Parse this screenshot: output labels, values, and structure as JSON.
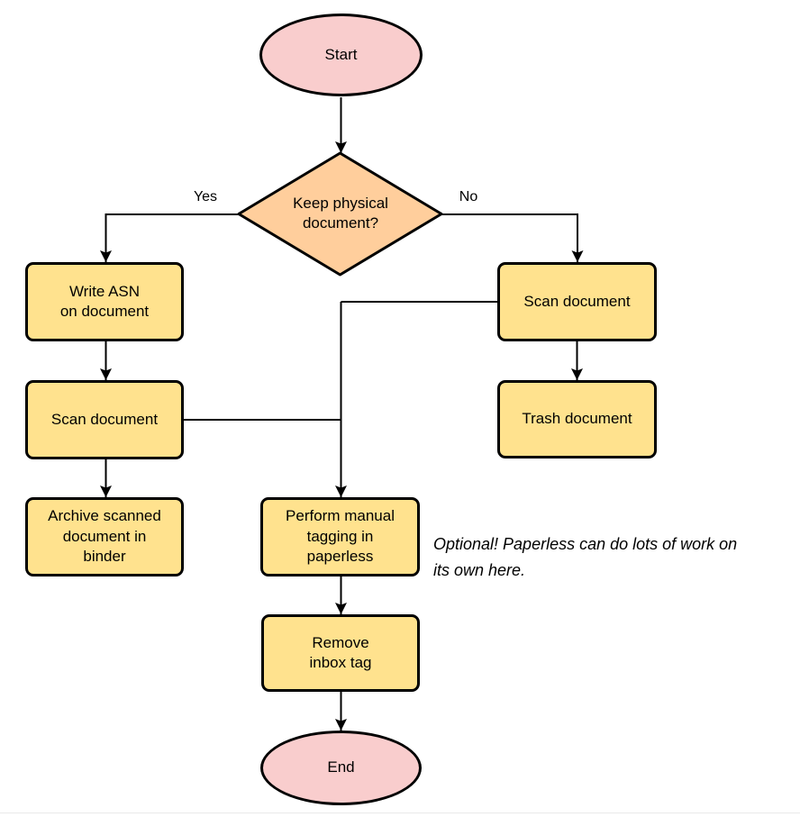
{
  "colors": {
    "terminal-fill": "#F9CDCD",
    "decision-fill": "#FFCE9C",
    "process-fill": "#FFE28E",
    "node-stroke": "#000000",
    "edge-stroke": "#000000",
    "text-color": "#000000",
    "divider-color": "#e9e9e9"
  },
  "diagram": {
    "type": "flowchart",
    "nodes": {
      "start": {
        "type": "terminal",
        "label": "Start"
      },
      "decision": {
        "type": "decision",
        "label": "Keep physical\ndocument?"
      },
      "write_asn": {
        "type": "process",
        "label": "Write ASN\non document"
      },
      "scan_left": {
        "type": "process",
        "label": "Scan document"
      },
      "archive": {
        "type": "process",
        "label": "Archive scanned\ndocument in\nbinder"
      },
      "scan_right": {
        "type": "process",
        "label": "Scan document"
      },
      "trash": {
        "type": "process",
        "label": "Trash document"
      },
      "tagging": {
        "type": "process",
        "label": "Perform manual\ntagging in\npaperless"
      },
      "remove_tag": {
        "type": "process",
        "label": "Remove\ninbox tag"
      },
      "end": {
        "type": "terminal",
        "label": "End"
      }
    },
    "edge_labels": {
      "yes": "Yes",
      "no": "No"
    },
    "edges": [
      {
        "from": "start",
        "to": "decision"
      },
      {
        "from": "decision",
        "to": "write_asn",
        "label": "Yes"
      },
      {
        "from": "decision",
        "to": "scan_right",
        "label": "No"
      },
      {
        "from": "write_asn",
        "to": "scan_left"
      },
      {
        "from": "scan_left",
        "to": "archive"
      },
      {
        "from": "scan_left",
        "to": "tagging"
      },
      {
        "from": "scan_right",
        "to": "trash"
      },
      {
        "from": "scan_right",
        "to": "tagging"
      },
      {
        "from": "tagging",
        "to": "remove_tag"
      },
      {
        "from": "remove_tag",
        "to": "end"
      }
    ],
    "annotation": "Optional! Paperless can do lots of work on\nits own here."
  }
}
